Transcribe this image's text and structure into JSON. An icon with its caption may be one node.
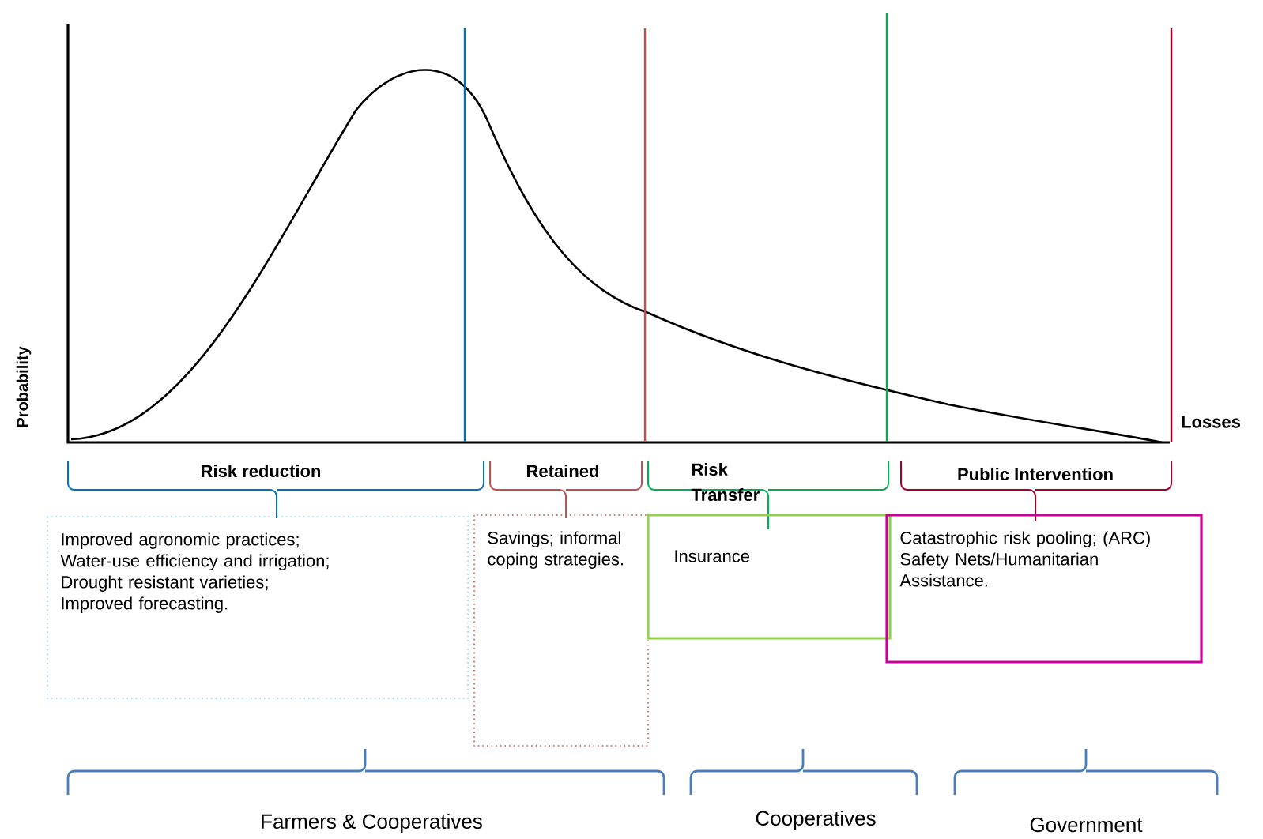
{
  "diagram": {
    "nodes": [
      {
        "text": [
          "Improved agronomic practices;",
          "Water-use efficiency and irrigation;",
          "Drought resistant varieties;",
          "Improved forecasting."
        ]
      },
      {
        "text": [
          "Savings; informal coping strategies."
        ]
      },
      {
        "text": [
          "Insurance"
        ]
      },
      {
        "text": [
          "Catastrophic risk pooling; (ARC)  Safety Nets/Humanitarian Assistance."
        ]
      }
    ],
    "labels": [
      "Probability",
      "Losses",
      "Risk reduction",
      "Retained",
      "Risk Transfer",
      "Public Intervention",
      "Farmers & Cooperatives",
      "Cooperatives",
      "Government"
    ]
  }
}
